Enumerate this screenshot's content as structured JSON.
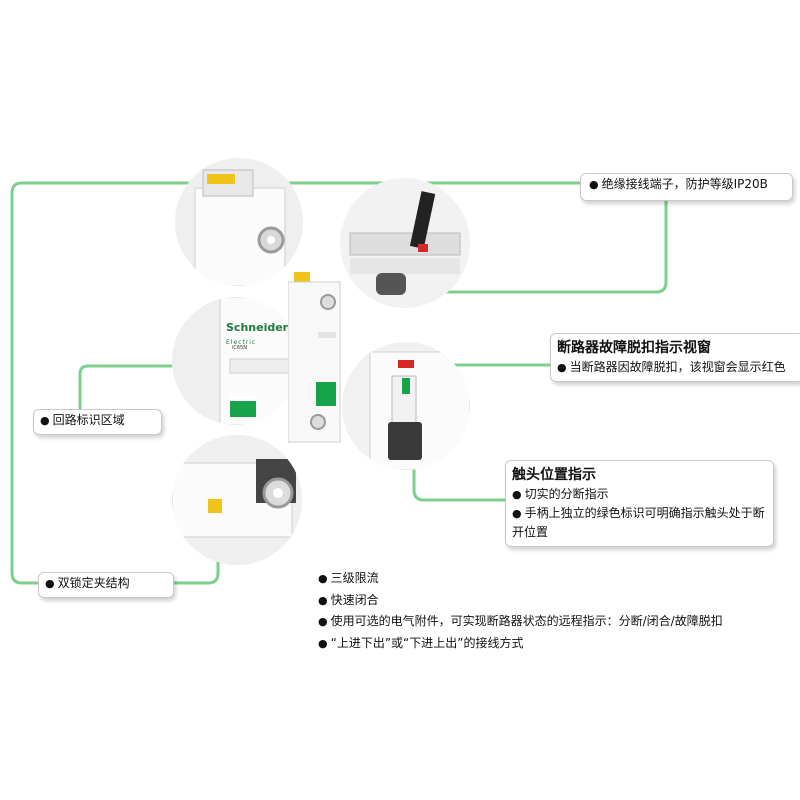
{
  "callouts": {
    "insulation": {
      "text": "绝缘接线端子，防护等级IP20B"
    },
    "trip_window": {
      "title": "断路器故障脱扣指示视窗",
      "text": "当断路器因故障脱扣，该视窗会显示红色"
    },
    "contact": {
      "title": "触头位置指示",
      "item1": "切实的分断指示",
      "item2": "手柄上独立的绿色标识可明确指示触头处于断开位置"
    },
    "circuit_id": {
      "text": "回路标识区域"
    },
    "double_lock": {
      "text": "双锁定夹结构"
    }
  },
  "features": [
    "三级限流",
    "快速闭合",
    "使用可选的电气附件，可实现断路器状态的远程指示：分断/闭合/故障脱扣",
    "“上进下出”或“下进上出”的接线方式"
  ],
  "product": {
    "brand": "Schneider",
    "brand_sub": "Electric",
    "model": "iC65N"
  },
  "colors": {
    "connector_line": "#7dcf8c",
    "accent_yellow": "#f0c419",
    "green_mark": "#16a34a",
    "trip_red": "#d62828"
  }
}
